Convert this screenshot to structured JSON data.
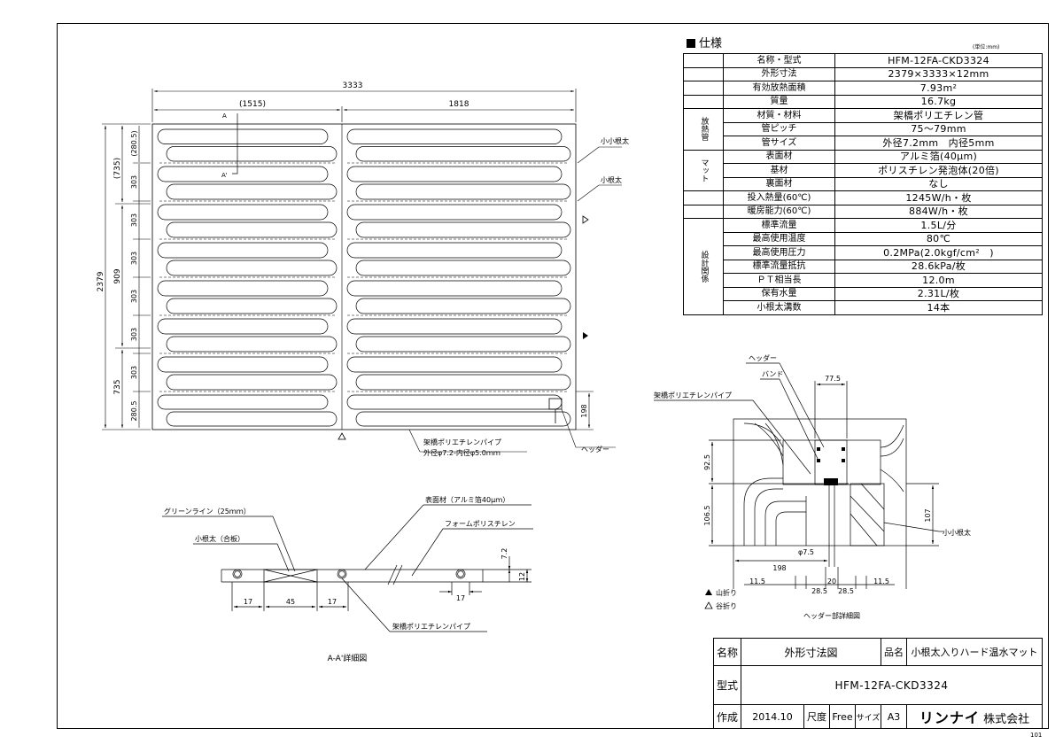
{
  "spec": {
    "title": "仕様",
    "unit_note": "(単位:mm)",
    "rows": [
      {
        "group": "",
        "name": "名称・型式",
        "value": "HFM-12FA-CKD3324"
      },
      {
        "group": "",
        "name": "外形寸法",
        "value": "2379×3333×12mm"
      },
      {
        "group": "",
        "name": "有効放熱面積",
        "value": "7.93m²"
      },
      {
        "group": "",
        "name": "質量",
        "value": "16.7kg"
      },
      {
        "group": "放熱管",
        "name": "材質・材料",
        "value": "架橋ポリエチレン管"
      },
      {
        "group": "",
        "name": "管ピッチ",
        "value": "75～79mm"
      },
      {
        "group": "",
        "name": "管サイズ",
        "value": "外径7.2mm　内径5mm"
      },
      {
        "group": "マット",
        "name": "表面材",
        "value": "アルミ箔(40μm)"
      },
      {
        "group": "",
        "name": "基材",
        "value": "ポリスチレン発泡体(20倍)"
      },
      {
        "group": "",
        "name": "裏面材",
        "value": "なし"
      },
      {
        "group": "",
        "name": "投入熱量(60℃)",
        "value": "1245W/h・枚"
      },
      {
        "group": "",
        "name": "暖房能力(60℃)",
        "value": "884W/h・枚"
      },
      {
        "group": "設計関係",
        "name": "標準流量",
        "value": "1.5L/分"
      },
      {
        "group": "",
        "name": "最高使用温度",
        "value": "80℃"
      },
      {
        "group": "",
        "name": "最高使用圧力",
        "value": "0.2MPa(2.0kgf/cm²　)"
      },
      {
        "group": "",
        "name": "標準流量抵抗",
        "value": "28.6kPa/枚"
      },
      {
        "group": "",
        "name": "ＰＴ相当長",
        "value": "12.0m"
      },
      {
        "group": "",
        "name": "保有水量",
        "value": "2.31L/枚"
      },
      {
        "group": "",
        "name": "小根太溝数",
        "value": "14本"
      }
    ]
  },
  "plan": {
    "dim_total_width": "3333",
    "dim_left": "(1515)",
    "dim_right": "1818",
    "dim_total_height": "2379",
    "dim_735_top": "(735)",
    "dim_909": "909",
    "dim_735_bottom": "735",
    "dim_2805_top": "(280.5)",
    "dim_2805_bottom": "280.5",
    "dim_303": "303",
    "dim_198": "198",
    "label_small_joist": "小小根太",
    "label_joist": "小根太",
    "label_pipe": "架橋ポリエチレンパイプ",
    "label_pipe_size": "外径φ7.2-内径φ5.0ｍｍ",
    "label_header": "ヘッダー",
    "section_mark": "A",
    "section_mark2": "A'"
  },
  "section": {
    "title": "A-A'詳細図",
    "label_green_line": "グリーンライン（25ｍｍ）",
    "label_joist_plywood": "小根太（合板）",
    "label_surface": "表面材（アルミ箔40μｍ）",
    "label_foam": "フォームポリスチレン",
    "label_pipe": "架橋ポリエチレンパイプ",
    "dim_17a": "17",
    "dim_45": "45",
    "dim_17b": "17",
    "dim_17c": "17",
    "dim_72": "7.2",
    "dim_12": "12"
  },
  "header_detail": {
    "title": "ヘッダー部詳細図",
    "label_header": "ヘッダー",
    "label_band": "バンド",
    "label_pipe": "架橋ポリエチレンパイプ",
    "label_small_joist": "小小根太",
    "dim_775": "77.5",
    "dim_925": "92.5",
    "dim_1065": "106.5",
    "dim_107": "107",
    "dim_phi75": "φ7.5",
    "dim_198": "198",
    "dim_115a": "11.5",
    "dim_20": "20",
    "dim_115b": "11.5",
    "dim_285a": "28.5",
    "dim_285b": "28.5",
    "legend_mountain": "山折り",
    "legend_valley": "谷折り"
  },
  "titleblock": {
    "name_label": "名称",
    "name_value": "外形寸法図",
    "product_label": "品名",
    "product_value": "小根太入りハード温水マット",
    "model_label": "型式",
    "model_value": "HFM-12FA-CKD3324",
    "made_label": "作成",
    "made_value": "2014.10",
    "scale_label": "尺度",
    "scale_value": "Free",
    "size_label": "サイズ",
    "size_value": "A3",
    "company_brand": "リンナイ",
    "company_suffix": "株式会社"
  },
  "page_number": "101"
}
